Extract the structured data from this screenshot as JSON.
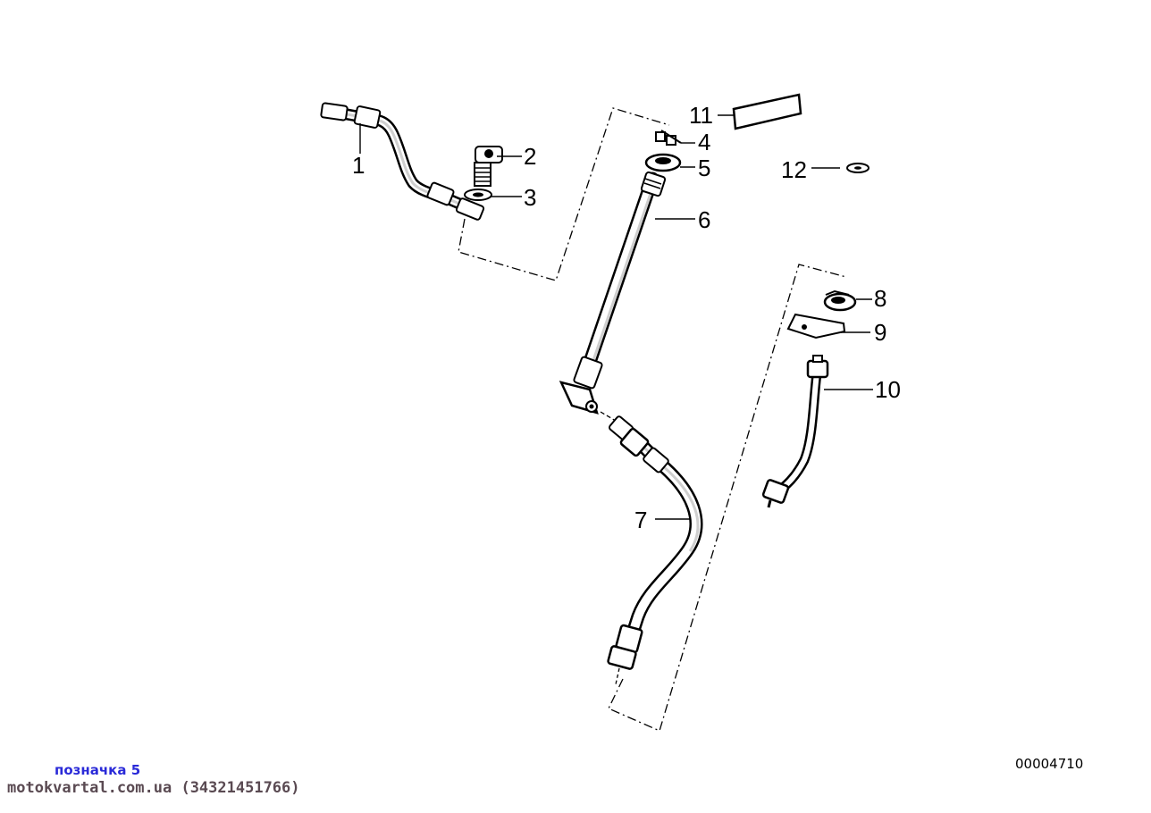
{
  "callouts": [
    "1",
    "2",
    "3",
    "4",
    "5",
    "6",
    "7",
    "8",
    "9",
    "10",
    "11",
    "12"
  ],
  "diagram_number": "00004710",
  "label_text": "позначка 5",
  "site_text": "motokvartal.com.ua (34321451766)",
  "colors": {
    "ink": "#000000",
    "label": "#2a2ad8",
    "site": "#5a4a52",
    "shade": "#cfcfcf"
  }
}
